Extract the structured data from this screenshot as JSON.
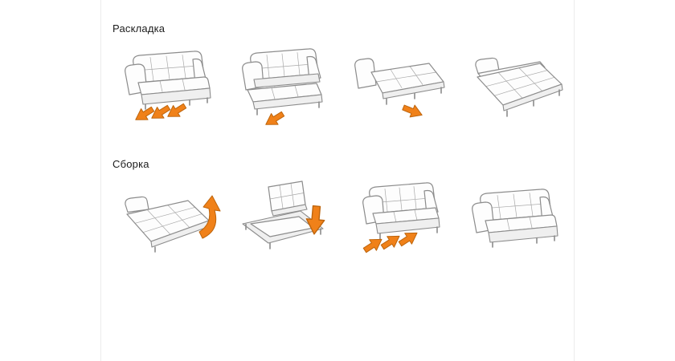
{
  "colors": {
    "arrow": "#F08119",
    "arrow-stroke": "#BD650D",
    "line": "#8C8C8C",
    "shade": "#EFEFEF",
    "fill": "#FDFDFD",
    "border": "#ECECEC"
  },
  "sections": [
    {
      "label": "Раскладка",
      "steps": [
        {
          "name": "sofa-closed-pull-seat-out"
        },
        {
          "name": "sofa-seat-pulled-forward"
        },
        {
          "name": "sofa-unfolding-flat"
        },
        {
          "name": "sofa-bed-fully-unfolded"
        }
      ]
    },
    {
      "label": "Сборка",
      "steps": [
        {
          "name": "bed-lift-front-edge"
        },
        {
          "name": "fold-section-down-into-frame"
        },
        {
          "name": "push-seat-back-in"
        },
        {
          "name": "sofa-assembled"
        }
      ]
    }
  ]
}
